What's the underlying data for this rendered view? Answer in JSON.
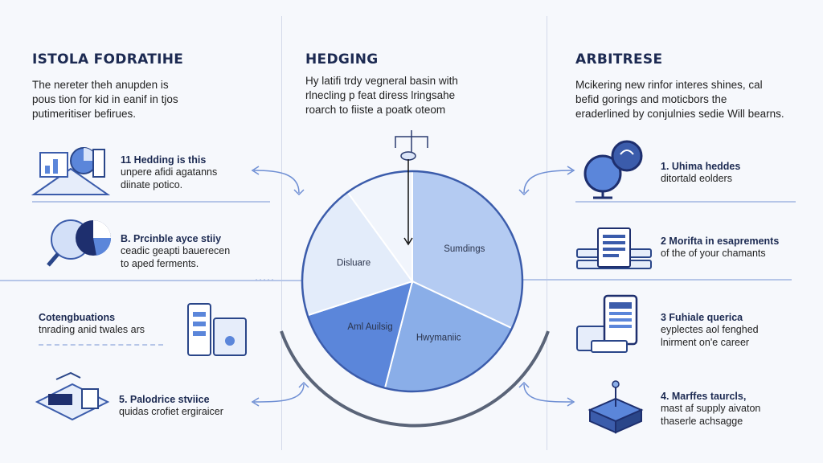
{
  "columns": {
    "left": {
      "title": "ISTOLA FODRATIHE",
      "intro": [
        "The nereter theh anupden is",
        "pous tion for kid in eanif in tjos",
        "putimeritiser befirues."
      ],
      "items": [
        {
          "title": "11 Hedding is this",
          "desc": [
            "unpere afidi agatanns",
            "diinate potico."
          ]
        },
        {
          "title": "B. Prcinble ayce stiiy",
          "desc": [
            "ceadic geapti bauerecen",
            "to aped ferments."
          ]
        },
        {
          "title": "Cotengbuations",
          "desc": [
            "tnrading anid twales ars"
          ]
        },
        {
          "title": "5. Palodrice stviice",
          "desc": [
            "quidas crofiet ergiraicer"
          ]
        }
      ]
    },
    "middle": {
      "title": "HEDGING",
      "intro": [
        "Hy latifi trdy vegneral basin with",
        "rlnecling p feat diress lringsahe",
        "roarch to fiiste a poatk oteom"
      ]
    },
    "right": {
      "title": "ARBITRESE",
      "intro": [
        "Mcikering new rinfor interes shines, cal",
        "befid gorings and moticbors the",
        "eraderlined by conjulnies sedie Will bearns."
      ],
      "items": [
        {
          "title": "1. Uhima heddes",
          "desc": [
            "ditortald eolders"
          ]
        },
        {
          "title": "2 Morifta in esaprements",
          "desc": [
            "of the of your chamants"
          ]
        },
        {
          "title": "3 Fuhiale querica",
          "desc": [
            "eyplectes aol fenghed",
            "lnirment on'e career"
          ]
        },
        {
          "title": "4. Marffes taurcls,",
          "desc": [
            "mast af supply aivaton",
            "thaserle achsagge"
          ]
        }
      ]
    }
  },
  "chart_data": {
    "type": "pie",
    "slices": [
      {
        "label": "Sumdings",
        "value": 32,
        "color": "#b4cbf2"
      },
      {
        "label": "Hwymaniic",
        "value": 22,
        "color": "#8aaee8"
      },
      {
        "label": "Aml Auilsig",
        "value": 16,
        "color": "#5b86da"
      },
      {
        "label": "Disluare",
        "value": 20,
        "color": "#e3ecfa"
      },
      {
        "label": "",
        "value": 10,
        "color": "#f1f5fc"
      }
    ]
  }
}
